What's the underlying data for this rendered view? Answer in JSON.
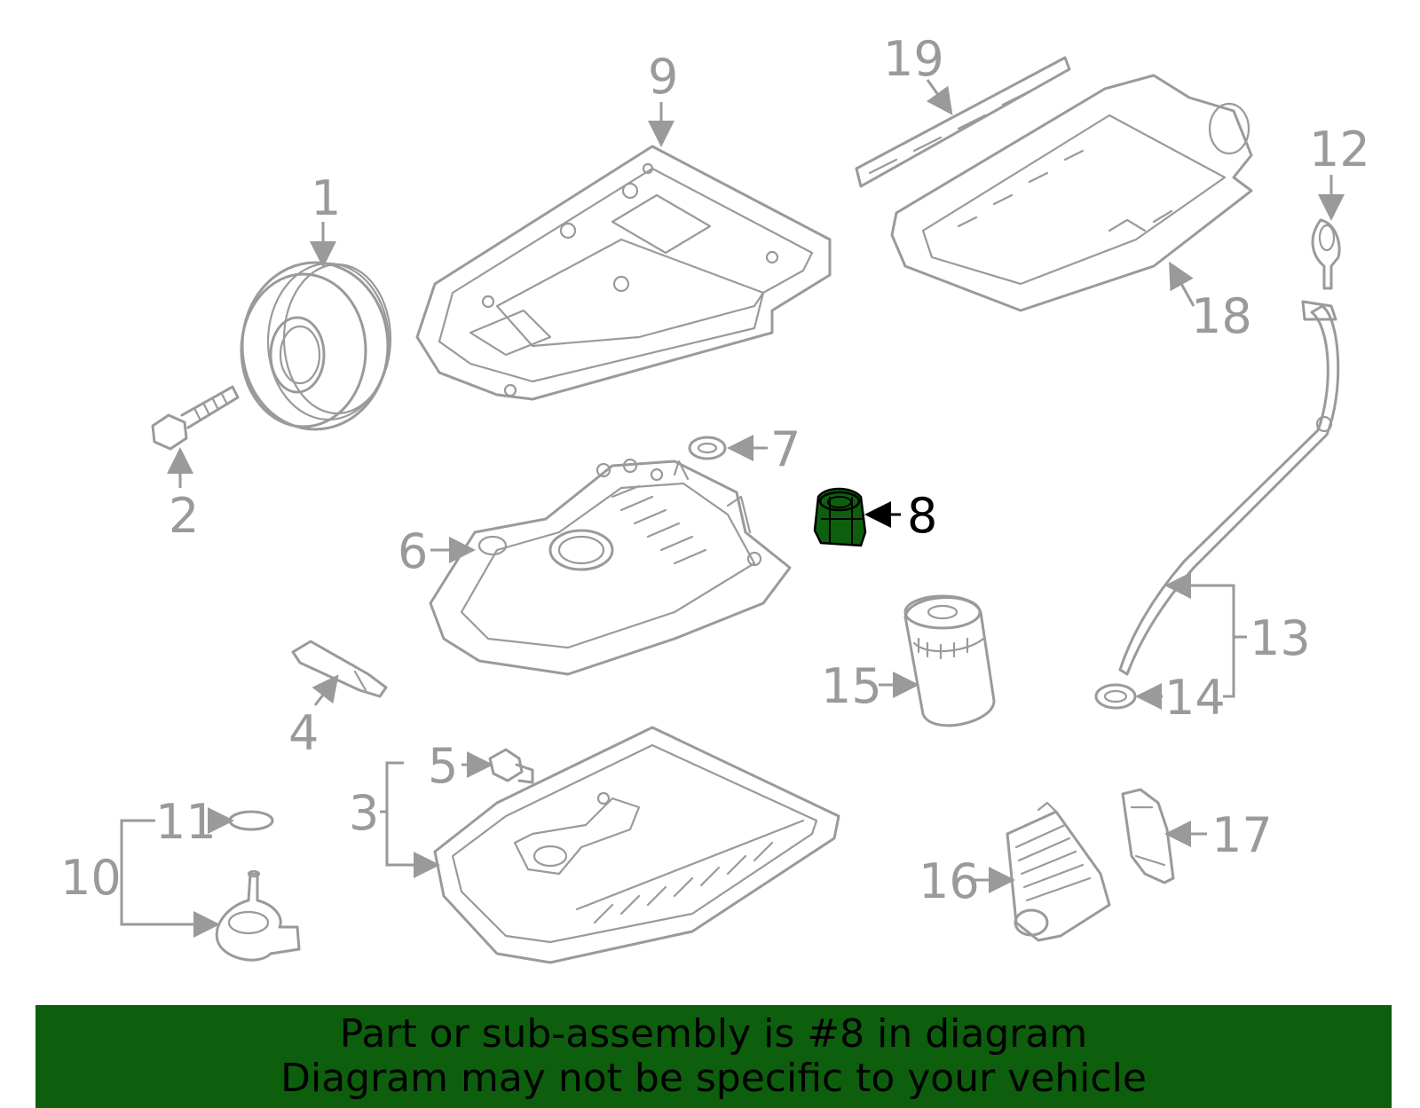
{
  "diagram": {
    "highlight_color": "#0d5f0d",
    "part_line_color": "#9a9a9a",
    "highlighted_part": "8",
    "callouts": [
      "1",
      "2",
      "3",
      "4",
      "5",
      "6",
      "7",
      "8",
      "9",
      "10",
      "11",
      "12",
      "13",
      "14",
      "15",
      "16",
      "17",
      "18",
      "19"
    ]
  },
  "banner": {
    "line1": "Part or sub-assembly is #8 in diagram",
    "line2": "Diagram may not be specific to your vehicle",
    "background": "#0d5f0d"
  }
}
